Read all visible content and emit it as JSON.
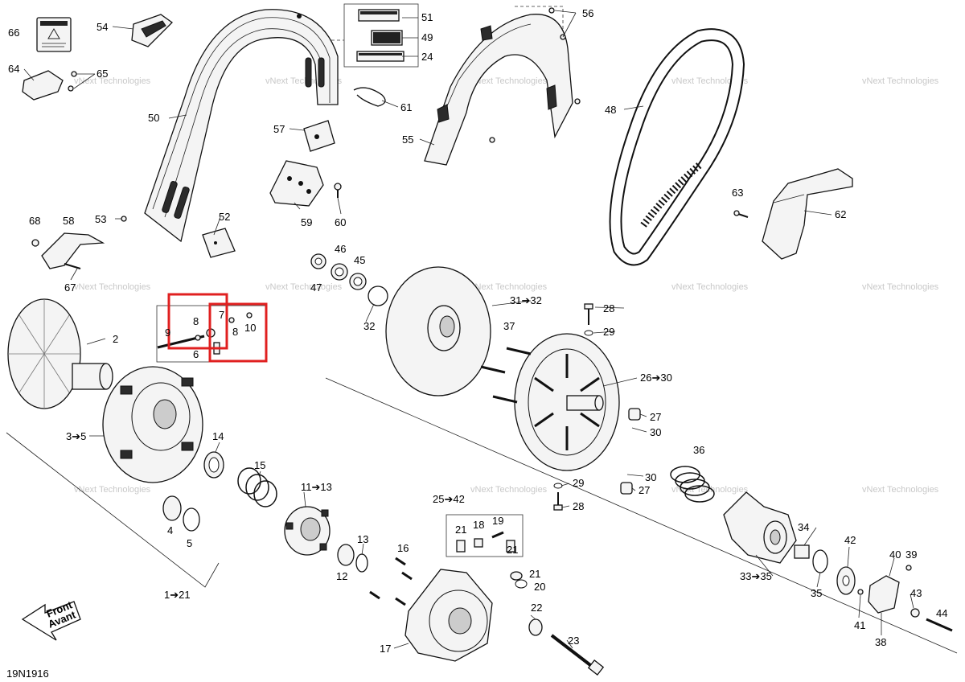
{
  "diagram": {
    "code": "19N1916",
    "front_label": "Front",
    "avant_label": "Avant",
    "watermark": "vNext Technologies",
    "callouts": [
      {
        "id": "c66",
        "text": "66"
      },
      {
        "id": "c54",
        "text": "54"
      },
      {
        "id": "c51",
        "text": "51"
      },
      {
        "id": "c49",
        "text": "49"
      },
      {
        "id": "c24",
        "text": "24"
      },
      {
        "id": "c56",
        "text": "56"
      },
      {
        "id": "c64",
        "text": "64"
      },
      {
        "id": "c65",
        "text": "65"
      },
      {
        "id": "c61",
        "text": "61"
      },
      {
        "id": "c50",
        "text": "50"
      },
      {
        "id": "c48",
        "text": "48"
      },
      {
        "id": "c57",
        "text": "57"
      },
      {
        "id": "c55",
        "text": "55"
      },
      {
        "id": "c63",
        "text": "63"
      },
      {
        "id": "c62",
        "text": "62"
      },
      {
        "id": "c68",
        "text": "68"
      },
      {
        "id": "c58",
        "text": "58"
      },
      {
        "id": "c53",
        "text": "53"
      },
      {
        "id": "c52",
        "text": "52"
      },
      {
        "id": "c59",
        "text": "59"
      },
      {
        "id": "c60",
        "text": "60"
      },
      {
        "id": "c46",
        "text": "46"
      },
      {
        "id": "c45",
        "text": "45"
      },
      {
        "id": "c47",
        "text": "47"
      },
      {
        "id": "c67",
        "text": "67"
      },
      {
        "id": "c31",
        "text": "31➔32"
      },
      {
        "id": "c28a",
        "text": "28"
      },
      {
        "id": "c29a",
        "text": "29"
      },
      {
        "id": "c32",
        "text": "32"
      },
      {
        "id": "c37",
        "text": "37"
      },
      {
        "id": "c2",
        "text": "2"
      },
      {
        "id": "c8a",
        "text": "8"
      },
      {
        "id": "c9",
        "text": "9"
      },
      {
        "id": "c7",
        "text": "7"
      },
      {
        "id": "c8b",
        "text": "8"
      },
      {
        "id": "c10",
        "text": "10"
      },
      {
        "id": "c6",
        "text": "6"
      },
      {
        "id": "c26",
        "text": "26➔30"
      },
      {
        "id": "c27a",
        "text": "27"
      },
      {
        "id": "c30a",
        "text": "30"
      },
      {
        "id": "c3",
        "text": "3➔5"
      },
      {
        "id": "c14",
        "text": "14"
      },
      {
        "id": "c36",
        "text": "36"
      },
      {
        "id": "c15",
        "text": "15"
      },
      {
        "id": "c30b",
        "text": "30"
      },
      {
        "id": "c27b",
        "text": "27"
      },
      {
        "id": "c29b",
        "text": "29"
      },
      {
        "id": "c11",
        "text": "11➔13"
      },
      {
        "id": "c25",
        "text": "25➔42"
      },
      {
        "id": "c28b",
        "text": "28"
      },
      {
        "id": "c4",
        "text": "4"
      },
      {
        "id": "c5",
        "text": "5"
      },
      {
        "id": "c21a",
        "text": "21"
      },
      {
        "id": "c18",
        "text": "18"
      },
      {
        "id": "c19",
        "text": "19"
      },
      {
        "id": "c21b",
        "text": "21"
      },
      {
        "id": "c34",
        "text": "34"
      },
      {
        "id": "c42",
        "text": "42"
      },
      {
        "id": "c13",
        "text": "13"
      },
      {
        "id": "c16",
        "text": "16"
      },
      {
        "id": "c12",
        "text": "12"
      },
      {
        "id": "c40",
        "text": "40"
      },
      {
        "id": "c39",
        "text": "39"
      },
      {
        "id": "c33",
        "text": "33➔35"
      },
      {
        "id": "c21c",
        "text": "21"
      },
      {
        "id": "c20",
        "text": "20"
      },
      {
        "id": "c35",
        "text": "35"
      },
      {
        "id": "c43",
        "text": "43"
      },
      {
        "id": "c1",
        "text": "1➔21"
      },
      {
        "id": "c22",
        "text": "22"
      },
      {
        "id": "c41",
        "text": "41"
      },
      {
        "id": "c44",
        "text": "44"
      },
      {
        "id": "c23",
        "text": "23"
      },
      {
        "id": "c17",
        "text": "17"
      },
      {
        "id": "c38",
        "text": "38"
      }
    ]
  },
  "colors": {
    "line": "#111111",
    "highlight": "#e02020",
    "watermark": "#c8c8c8"
  }
}
